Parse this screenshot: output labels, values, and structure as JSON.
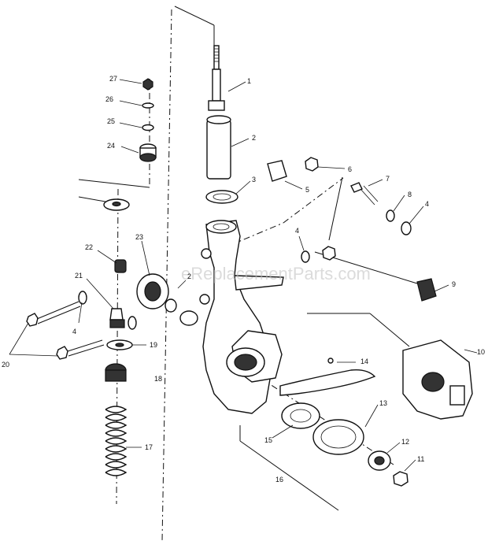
{
  "watermark": "eReplacementParts.com",
  "callouts": {
    "c1": "1",
    "c2a": "2",
    "c2b": "2",
    "c3": "3",
    "c4a": "4",
    "c4b": "4",
    "c4c": "4",
    "c5": "5",
    "c6": "6",
    "c7": "7",
    "c8": "8",
    "c9": "9",
    "c10": "10",
    "c11": "11",
    "c12": "12",
    "c13": "13",
    "c14": "14",
    "c15": "15",
    "c16": "16",
    "c17": "17",
    "c18": "18",
    "c19": "19",
    "c20": "20",
    "c21": "21",
    "c22": "22",
    "c23": "23",
    "c24": "24",
    "c25": "25",
    "c26": "26",
    "c27": "27"
  }
}
